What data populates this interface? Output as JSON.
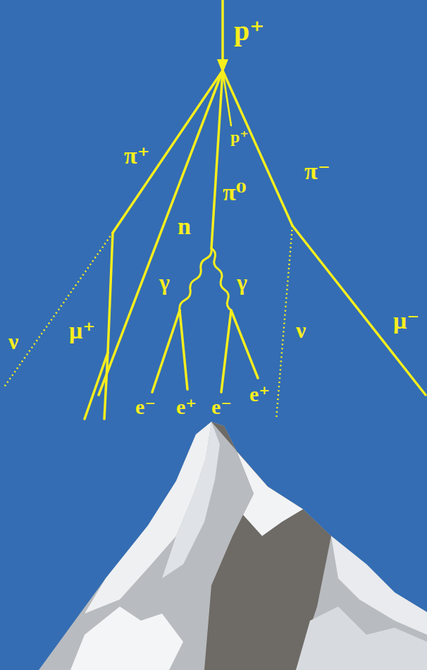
{
  "diagram": {
    "labels": [
      "p⁺",
      "π⁺",
      "p⁺",
      "π⁻",
      "π⁰",
      "n",
      "γ",
      "γ",
      "ν",
      "μ⁺",
      "ν",
      "μ⁻",
      "e⁻",
      "e⁺",
      "e⁻",
      "e⁺"
    ]
  }
}
